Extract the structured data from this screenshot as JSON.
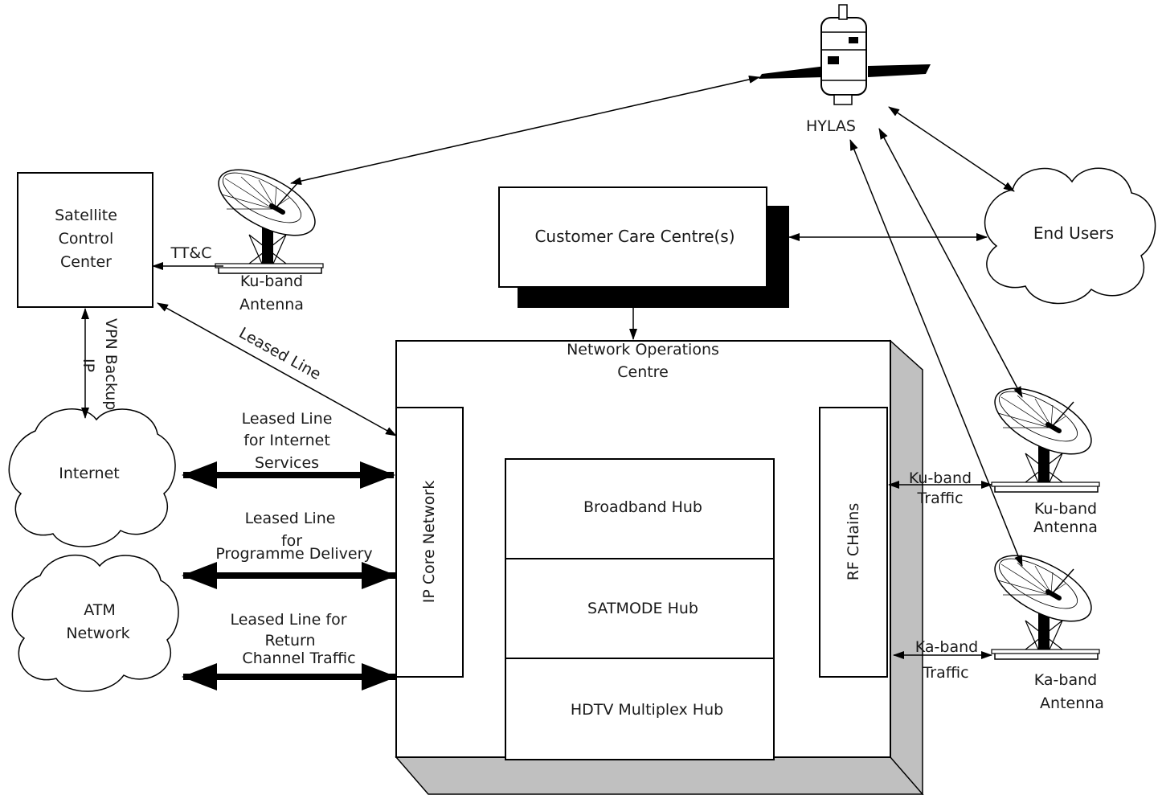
{
  "nodes": {
    "satellite": "HYLAS",
    "satellite_control": [
      "Satellite",
      "Control",
      "Center"
    ],
    "ku_antenna_left": [
      "Ku-band",
      "Antenna"
    ],
    "customer_care": "Customer Care Centre(s)",
    "end_users": "End Users",
    "noc": [
      "Network Operations",
      "Centre"
    ],
    "internet": "Internet",
    "atm": [
      "ATM",
      "Network"
    ],
    "ip_core": "IP Core Network",
    "rf_chains": "RF CHains",
    "broadband_hub": "Broadband Hub",
    "satmode_hub": "SATMODE Hub",
    "hdtv_hub": "HDTV Multiplex Hub",
    "ku_antenna_right": [
      "Ku-band",
      "Antenna"
    ],
    "ka_antenna_right": [
      "Ka-band",
      "Antenna"
    ]
  },
  "links": {
    "ttc": "TT&C",
    "vpn_backup": "VPN Backup",
    "ip": "IP",
    "leased_line_diag": "Leased Line",
    "internet_link": [
      "Leased Line",
      "for Internet",
      "Services"
    ],
    "programme_link": [
      "Leased Line",
      "for",
      "Programme Delivery"
    ],
    "return_link": [
      "Leased Line for",
      "Return",
      "Channel Traffic"
    ],
    "ku_traffic": [
      "Ku-band",
      "Traffic"
    ],
    "ka_traffic": [
      "Ka-band",
      "Traffic"
    ]
  }
}
